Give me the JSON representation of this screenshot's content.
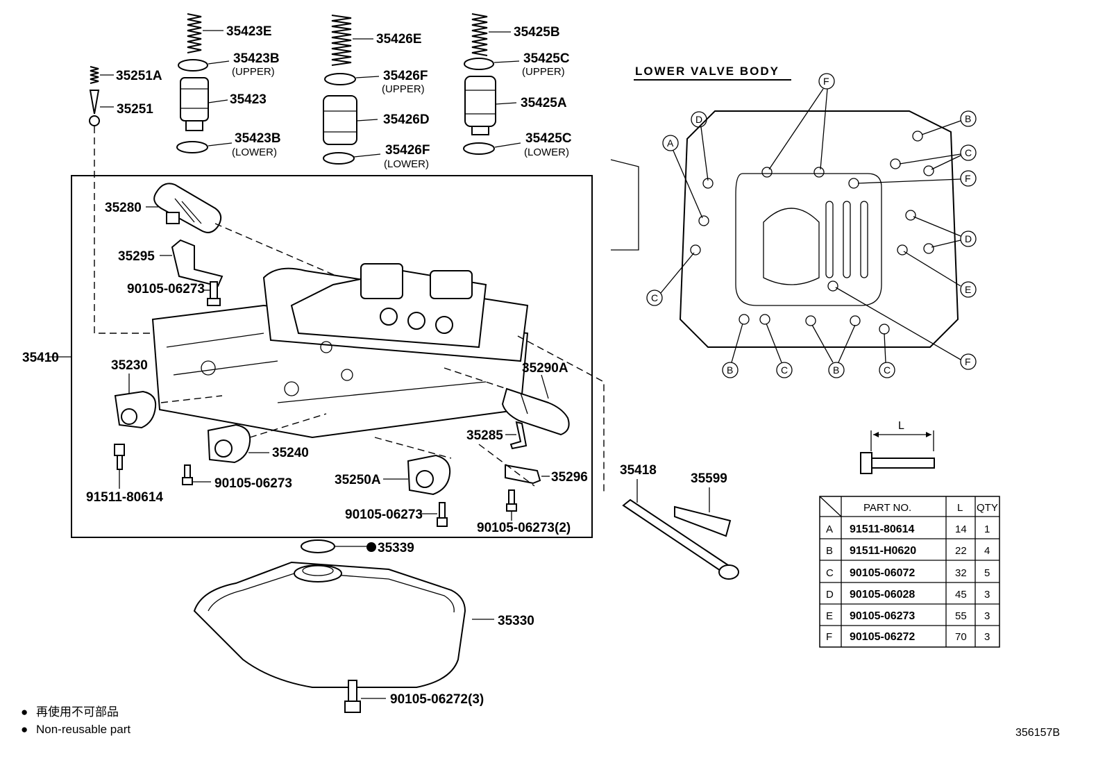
{
  "parts": {
    "p35423E": "35423E",
    "p35423B_upper": "35423B",
    "upper_note_1": "(UPPER)",
    "p35423": "35423",
    "p35423B_lower": "35423B",
    "lower_note_1": "(LOWER)",
    "p35426E": "35426E",
    "p35426F_upper": "35426F",
    "upper_note_2": "(UPPER)",
    "p35426D": "35426D",
    "p35426F_lower": "35426F",
    "lower_note_2": "(LOWER)",
    "p35425B": "35425B",
    "p35425C_upper": "35425C",
    "upper_note_3": "(UPPER)",
    "p35425A": "35425A",
    "p35425C_lower": "35425C",
    "lower_note_3": "(LOWER)",
    "p35251A": "35251A",
    "p35251": "35251",
    "p35280": "35280",
    "p35295": "35295",
    "bolt_a": "90105-06273",
    "p35410": "35410",
    "p35230": "35230",
    "p35240": "35240",
    "bolt_b": "91511-80614",
    "bolt_c": "90105-06273",
    "p35290A": "35290A",
    "p35285": "35285",
    "p35250A": "35250A",
    "p35296": "35296",
    "bolt_d": "90105-06273",
    "bolt_e": "90105-06273(2)",
    "p35339": "35339",
    "p35330": "35330",
    "bolt_f": "90105-06272(3)",
    "p35418": "35418",
    "p35599": "35599"
  },
  "lower_valve_body": {
    "heading": "LOWER VALVE BODY",
    "callouts": [
      "A",
      "B",
      "C",
      "D",
      "E",
      "F"
    ]
  },
  "bolt_table": {
    "dimension_label": "L",
    "headers": [
      "PART NO.",
      "L",
      "QTY"
    ],
    "rows": [
      {
        "key": "A",
        "part": "91511-80614",
        "l": "14",
        "qty": "1"
      },
      {
        "key": "B",
        "part": "91511-H0620",
        "l": "22",
        "qty": "4"
      },
      {
        "key": "C",
        "part": "90105-06072",
        "l": "32",
        "qty": "5"
      },
      {
        "key": "D",
        "part": "90105-06028",
        "l": "45",
        "qty": "3"
      },
      {
        "key": "E",
        "part": "90105-06273",
        "l": "55",
        "qty": "3"
      },
      {
        "key": "F",
        "part": "90105-06272",
        "l": "70",
        "qty": "3"
      }
    ]
  },
  "legend": {
    "symbol": "●",
    "line1": "再使用不可部品",
    "line2": "Non-reusable part"
  },
  "reference": "356157B"
}
